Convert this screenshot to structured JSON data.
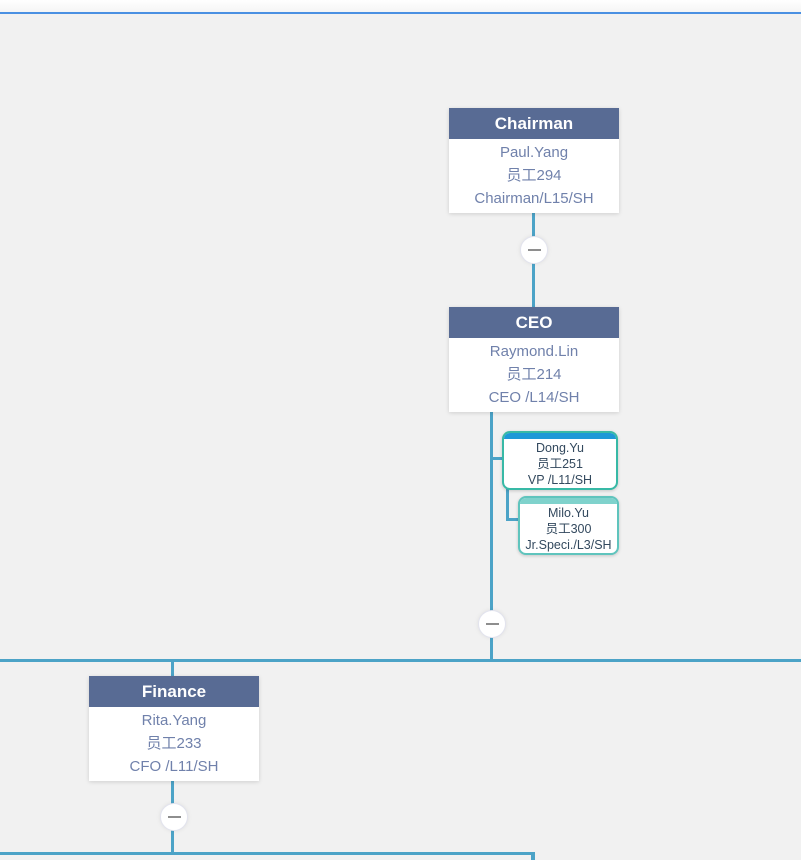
{
  "org_chart": {
    "nodes": {
      "chairman": {
        "title": "Chairman",
        "name": "Paul.Yang",
        "employee_id": "员工294",
        "role": "Chairman/L15/SH"
      },
      "ceo": {
        "title": "CEO",
        "name": "Raymond.Lin",
        "employee_id": "员工214",
        "role": "CEO /L14/SH"
      },
      "finance": {
        "title": "Finance",
        "name": "Rita.Yang",
        "employee_id": "员工233",
        "role": "CFO /L11/SH"
      },
      "assistant_1": {
        "name": "Dong.Yu",
        "employee_id": "员工251",
        "role": "VP /L11/SH"
      },
      "assistant_2": {
        "name": "Milo.Yu",
        "employee_id": "员工300",
        "role": "Jr.Speci./L3/SH"
      }
    },
    "collapse_buttons": 3
  },
  "colors": {
    "node_header": "#586b94",
    "node_body_text": "#7081ab",
    "connector": "#4ca3c7",
    "top_border": "#4a90e2",
    "assistant1_border": "#38b9a6",
    "assistant1_strip": "#1e98d7",
    "assistant2_border": "#5fc4bd",
    "assistant2_strip": "#7fd2cc",
    "canvas_bg": "#f1f1f1"
  }
}
